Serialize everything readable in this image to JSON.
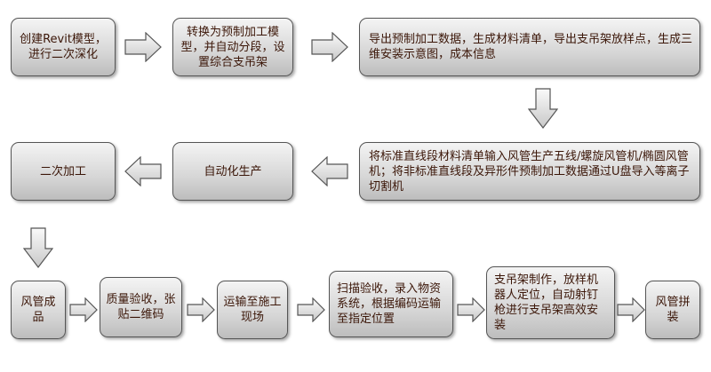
{
  "steps": {
    "s1": "创建Revit模型，进行二次深化",
    "s2": "转换为预制加工模型，并自动分段，设置综合支吊架",
    "s3": "导出预制加工数据，生成材料清单，导出支吊架放样点，生成三维安装示意图，成本信息",
    "s4": "将标准直线段材料清单输入风管生产五线/螺旋风管机/椭圆风管机；将非标准直线段及异形件预制加工数据通过U盘导入等离子切割机",
    "s5": "自动化生产",
    "s6": "二次加工",
    "s7": "风管成品",
    "s8": "质量验收，张贴二维码",
    "s9": "运输至施工现场",
    "s10": "扫描验收，录入物资系统，根据编码运输至指定位置",
    "s11": "支吊架制作，放样机器人定位，自动射钉枪进行支吊架高效安装",
    "s12": "风管拼装"
  }
}
